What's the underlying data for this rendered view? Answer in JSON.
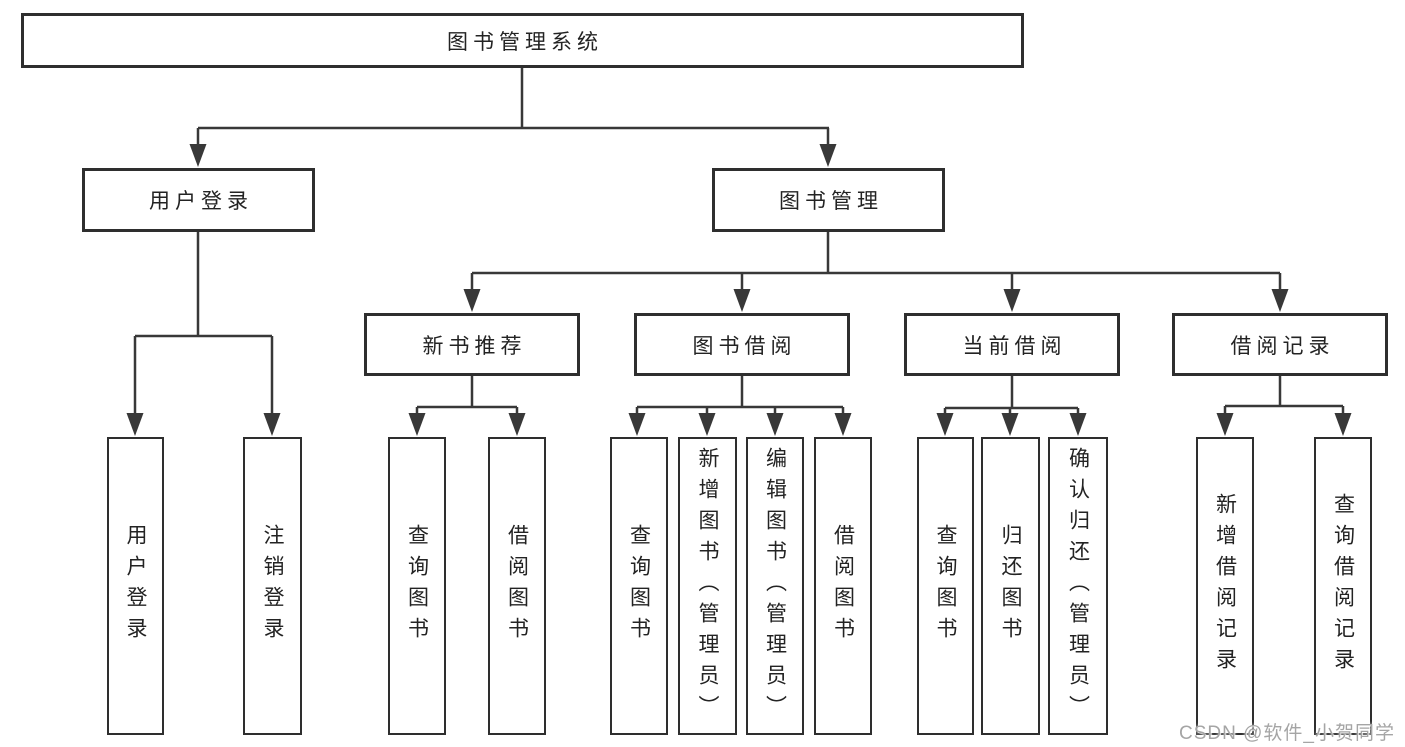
{
  "tree": {
    "label": "图书管理系统",
    "children": [
      {
        "label": "用户登录",
        "children": [
          {
            "label": "用户登录"
          },
          {
            "label": "注销登录"
          }
        ]
      },
      {
        "label": "图书管理",
        "children": [
          {
            "label": "新书推荐",
            "children": [
              {
                "label": "查询图书"
              },
              {
                "label": "借阅图书"
              }
            ]
          },
          {
            "label": "图书借阅",
            "children": [
              {
                "label": "查询图书"
              },
              {
                "label": "新增图书（管理员）"
              },
              {
                "label": "编辑图书（管理员）"
              },
              {
                "label": "借阅图书"
              }
            ]
          },
          {
            "label": "当前借阅",
            "children": [
              {
                "label": "查询图书"
              },
              {
                "label": "归还图书"
              },
              {
                "label": "确认归还（管理员）"
              }
            ]
          },
          {
            "label": "借阅记录",
            "children": [
              {
                "label": "新增借阅记录"
              },
              {
                "label": "查询借阅记录"
              }
            ]
          }
        ]
      }
    ]
  },
  "watermark": "CSDN @软件_小贺同学",
  "colors": {
    "line": "#383838",
    "box_border": "#2e2e2e",
    "text": "#232323",
    "watermark": "#a5a5a5",
    "background": "#ffffff"
  }
}
